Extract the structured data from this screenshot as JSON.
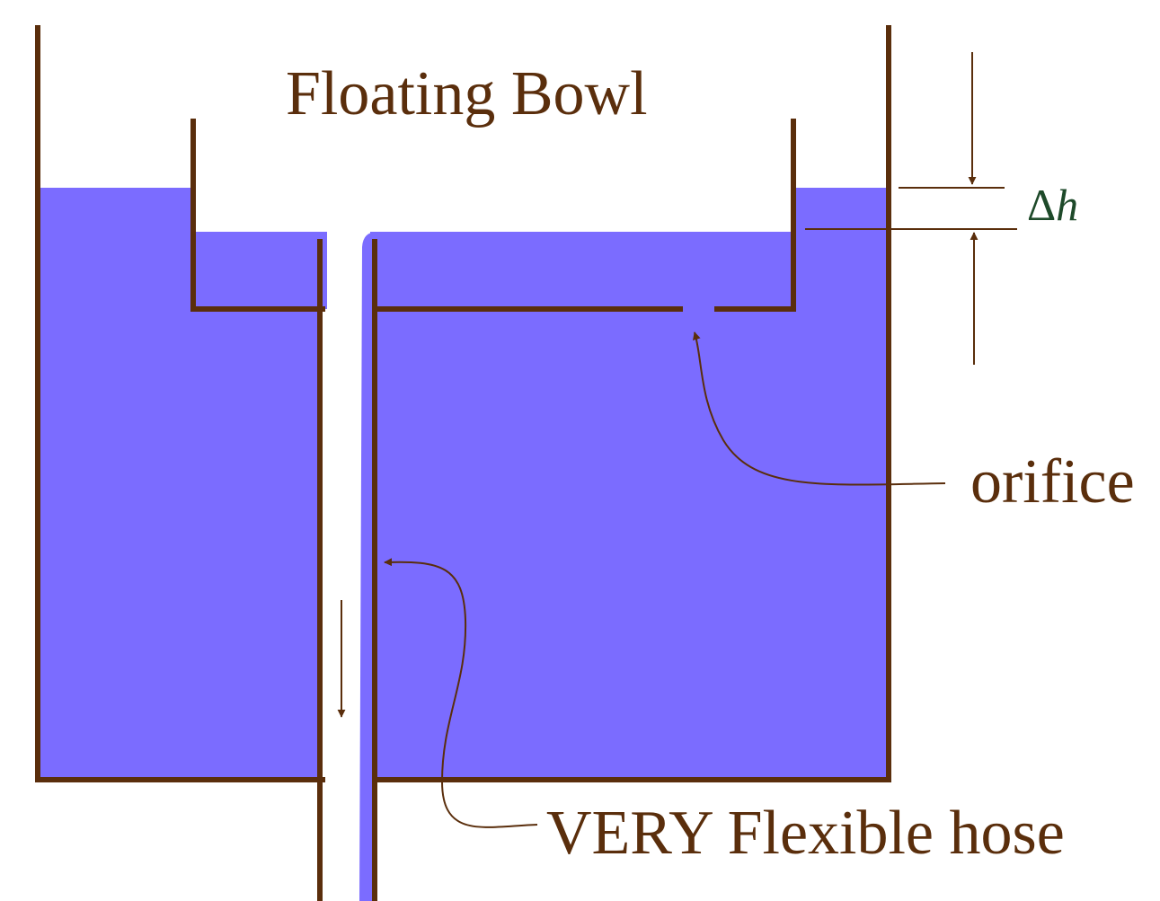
{
  "labels": {
    "title": "Floating Bowl",
    "orifice": "orifice",
    "hose": "VERY Flexible hose",
    "delta_symbol": "Δ",
    "delta_var": "h"
  },
  "colors": {
    "wall": "#5a2e0c",
    "water": "#7b6cff",
    "background": "#ffffff",
    "delta_label": "#1e4a2a"
  }
}
